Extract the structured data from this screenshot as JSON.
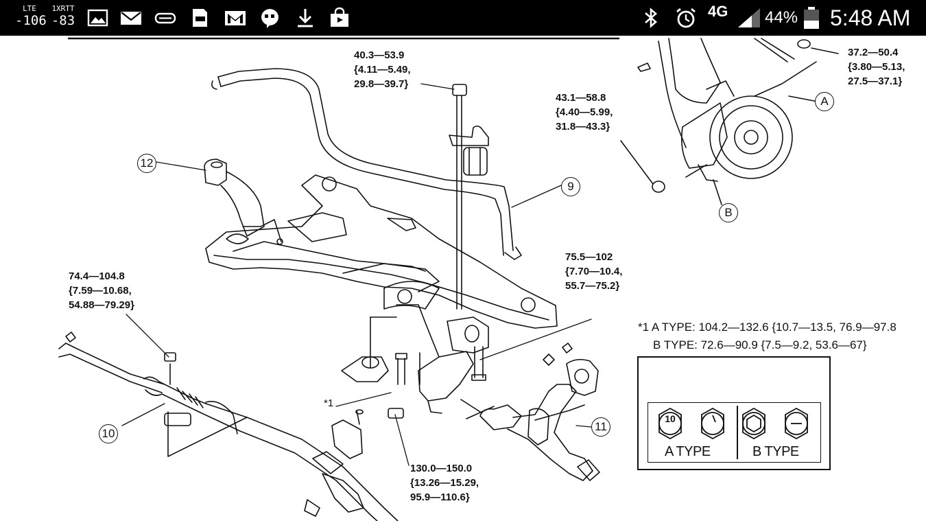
{
  "status_bar": {
    "network_type": "LTE",
    "network_value": "-106",
    "secondary_type": "1XRTT",
    "secondary_value": "-83",
    "notification_icons": [
      "gallery-icon",
      "email-icon",
      "voicemail-icon",
      "galaxy-sdcard-icon",
      "gmail-icon",
      "hangouts-icon",
      "download-icon",
      "shopping-bag-icon"
    ],
    "system_icons": [
      "bluetooth-icon",
      "alarm-icon",
      "4g-lte-icon",
      "signal-icon",
      "battery-icon"
    ],
    "network_badge": "4G",
    "battery_percent": "44%",
    "battery_level": 0.44,
    "time": "5:48 AM"
  },
  "diagram": {
    "torque_labels": {
      "stabilizer_nut": "40.3—53.9\n{4.11—5.49,\n29.8—39.7}",
      "knuckle_nut": "43.1—58.8\n{4.40—5.99,\n31.8—43.3}",
      "strut_nut": "37.2—50.4\n{3.80—5.13,\n27.5—37.1}",
      "crossmember_bolt": "75.5—102\n{7.70—10.4,\n55.7—75.2}",
      "tie_rod_nut": "74.4—104.8\n{7.59—10.68,\n54.88—79.29}",
      "lower_bolt": "130.0—150.0\n{13.26—15.29,\n95.9—110.6}"
    },
    "callouts": {
      "stabilizer": "9",
      "steering_gear": "10",
      "lower_arm": "11",
      "arm_bracket": "12",
      "a": "A",
      "b": "B",
      "star": "*1"
    },
    "note": {
      "a_line": "*1 A TYPE: 104.2—132.6 {10.7—13.5, 76.9—97.8",
      "b_line": "B TYPE: 72.6—90.9 {7.5—9.2, 53.6—67}"
    },
    "bolt_types": {
      "a_label": "A TYPE",
      "b_label": "B TYPE",
      "a_head_mark": "10"
    }
  }
}
